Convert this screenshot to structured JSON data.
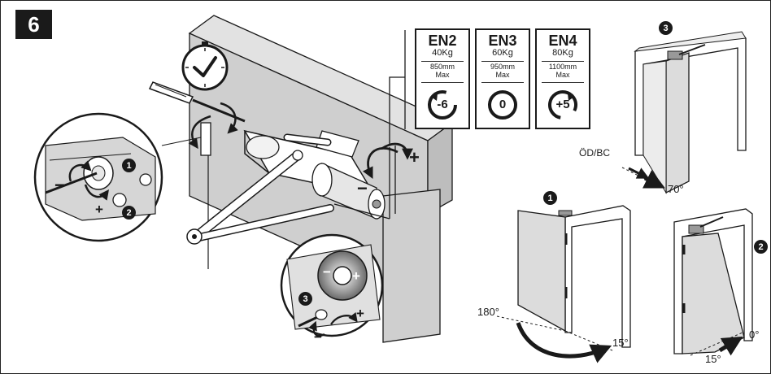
{
  "step": {
    "number": "6"
  },
  "strength_classes": [
    {
      "class": "EN2",
      "weight": "40Kg",
      "door_width": "850mm",
      "max_label": "Max",
      "adjustment": "-6"
    },
    {
      "class": "EN3",
      "weight": "60Kg",
      "door_width": "950mm",
      "max_label": "Max",
      "adjustment": "0"
    },
    {
      "class": "EN4",
      "weight": "80Kg",
      "door_width": "1100mm",
      "max_label": "Max",
      "adjustment": "+5"
    }
  ],
  "adjust_signs": {
    "plus": "+",
    "minus": "−"
  },
  "callouts": {
    "one": "1",
    "two": "2",
    "three": "3"
  },
  "angles": {
    "open_full": "180°",
    "latch_a": "15°",
    "latch_b": "15°",
    "closed": "0°",
    "backcheck": "70°",
    "backcheck_label": "ÖD/BC"
  },
  "colors": {
    "ink": "#1a1a1a",
    "wall": "#cfcfcf",
    "wall_top": "#e2e2e2",
    "door": "#dcdcdc",
    "dial_dark": "#555555"
  }
}
